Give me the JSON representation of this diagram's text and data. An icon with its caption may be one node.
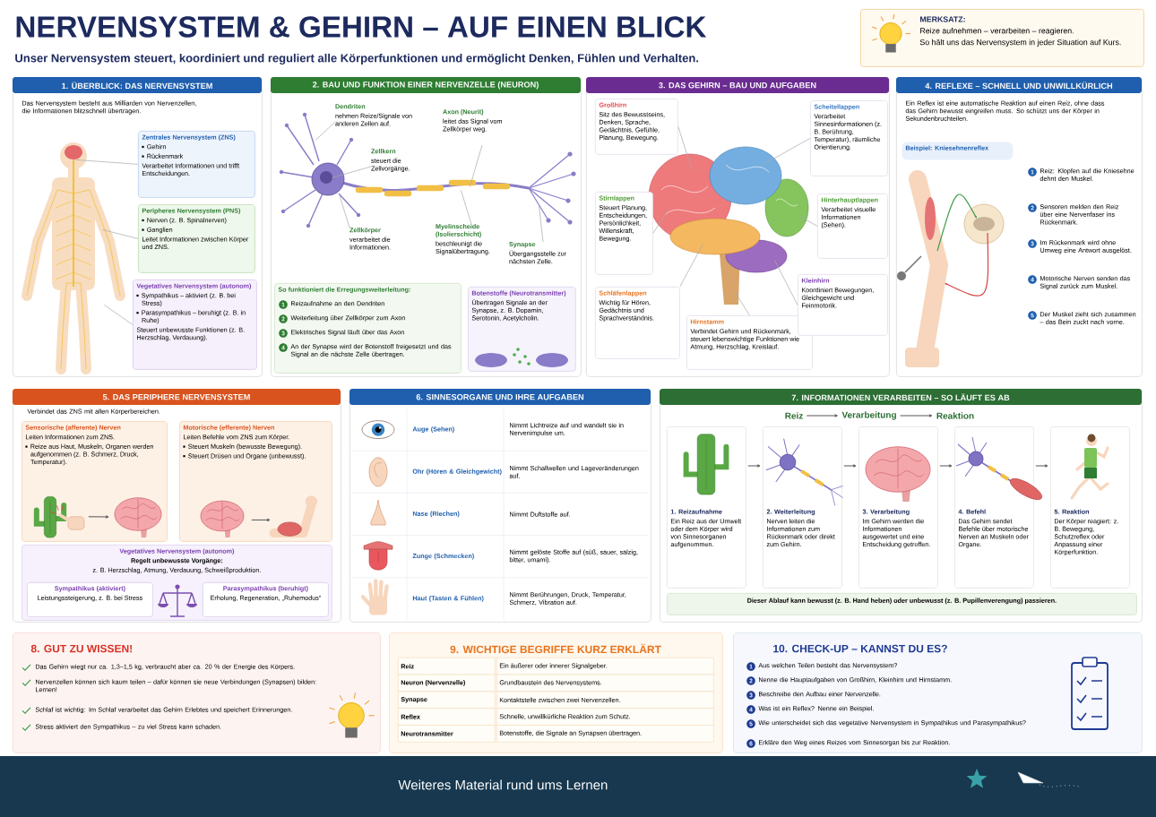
{
  "diagram": {
    "title": "NERVENSYSTEM & GEHIRN – AUF EINEN BLICK",
    "nodes": [
      {
        "text": [
          "MERKSATZ:",
          "Reize aufnehmen – verarbeiten – reagieren.",
          "So hält uns das Nervensystem in jeder Situation auf Kurs."
        ]
      },
      {
        "text": [
          "1. ÜBERBLICK: DAS NERVENSYSTEM",
          "Das Nervensystem besteht aus Milliarden von Nervenzellen, die Informationen blitzschnell übertragen."
        ]
      },
      {
        "text": [],
        "shape": "picture",
        "in": 1
      },
      {
        "text": [
          "Zentrales Nervensystem (ZNS)",
          "Gehirn",
          "Rückenmark",
          "Verarbeitet Informationen und trifft Entscheidungen."
        ],
        "in": 1
      },
      {
        "text": [
          "Peripheres Nervensystem (PNS)",
          "Nerven (z. B. Spinalnerven)",
          "Ganglien",
          "Leitet Informationen zwischen Körper und ZNS."
        ],
        "in": 1
      },
      {
        "text": [
          "Vegetatives Nervensystem (autonom)",
          "Sympathikus – aktiviert (z. B. bei Stress)",
          "Parasympathikus – beruhigt (z. B. in Ruhe)",
          "Steuert unbewusste Funktionen (z. B. Herzschlag, Verdauung)."
        ],
        "in": 1
      },
      {
        "text": [
          "2. BAU UND FUNKTION EINER NERVENZELLE (NEURON)"
        ]
      },
      {
        "text": [],
        "shape": "picture",
        "in": 6
      },
      {
        "text": [
          "Dendriten",
          "nehmen Reize/Signale von anderen Zellen auf."
        ],
        "in": 6
      },
      {
        "text": [
          "Zellkern",
          "steuert die Zellvorgänge."
        ],
        "in": 7
      },
      {
        "text": [
          "Axon (Neurit)",
          "leitet das Signal vom Zellkörper weg."
        ],
        "in": 6
      },
      {
        "text": [
          "Zellkörper",
          "verarbeitet die Informationen."
        ],
        "in": 6
      },
      {
        "text": [
          "Myelinscheide (Isolierschicht)",
          "beschleunigt die Signalübertragung."
        ],
        "in": 6
      },
      {
        "text": [
          "Synapse",
          "Übergangsstelle zur nächsten Zelle."
        ],
        "in": 6
      },
      {
        "text": [
          "So funktioniert die Erregungsweiterleitung:"
        ],
        "in": 6
      },
      {
        "text": [
          "1"
        ],
        "beside": [
          "Reizaufnahme an den Dendriten"
        ],
        "in": 14
      },
      {
        "text": [
          "2"
        ],
        "beside": [
          "Weiterleitung über Zellkörper zum Axon"
        ],
        "in": 14
      },
      {
        "text": [
          "3"
        ],
        "beside": [
          "Elektrisches Signal läuft über das Axon"
        ],
        "in": 14
      },
      {
        "text": [
          "4"
        ],
        "beside": [
          "An der Synapse wird der Botenstoff freigesetzt und das Signal an die nächste Zelle übertragen."
        ],
        "in": 14
      },
      {
        "text": [
          "Botenstoffe (Neurotransmitter)",
          "Übertragen Signale an der Synapse, z. B. Dopamin, Serotonin, Acetylcholin."
        ],
        "in": 6
      },
      {
        "text": [
          "3. DAS GEHIRN – BAU UND AUFGABEN"
        ]
      },
      {
        "text": [],
        "shape": "picture",
        "in": 20
      },
      {
        "text": [
          "Großhirn",
          "Sitz des Bewusstseins, Denken, Sprache, Gedächtnis, Gefühle, Planung, Bewegung."
        ],
        "in": 20
      },
      {
        "text": [
          "Stirnlappen",
          "Steuert Planung, Entscheidungen, Persönlichkeit, Willenskraft, Bewegung."
        ],
        "in": 20
      },
      {
        "text": [
          "Schläfenlappen",
          "Wichtig für Hören, Gedächtnis und Sprachverständnis."
        ],
        "in": 20
      },
      {
        "text": [
          "Hirnstamm",
          "Verbindet Gehirn und Rückenmark, steuert lebenswichtige Funktionen wie Atmung, Herzschlag, Kreislauf."
        ],
        "in": 20
      },
      {
        "text": [
          "Scheitellappen",
          "Verarbeitet Sinnesinformationen (z. B. Berührung, Temperatur), räumliche Orientierung."
        ],
        "in": 20
      },
      {
        "text": [
          "Hinterhauptlappen",
          "Verarbeitet visuelle Informationen (Sehen)."
        ],
        "in": 20
      },
      {
        "text": [
          "Kleinhirn",
          "Koordiniert Bewegungen, Gleichgewicht und Feinmotorik."
        ],
        "in": 20
      },
      {
        "text": [
          "4. REFLEXE – SCHNELL UND UNWILLKÜRLICH",
          "Ein Reflex ist eine automatische Reaktion auf einen Reiz, ohne dass das Gehirn bewusst eingreifen muss. So schützt uns der Körper in Sekundenbruchteilen."
        ]
      },
      {
        "text": [
          "Beispiel: Kniesehnenreflex"
        ],
        "in": 29
      },
      {
        "text": [],
        "shape": "picture",
        "in": 29
      },
      {
        "text": [
          "1"
        ],
        "beside": [
          "Reiz: Klopfen auf die Kniesehne dehnt den Muskel."
        ],
        "in": 29
      },
      {
        "text": [
          "2"
        ],
        "beside": [
          "Sensoren melden den Reiz über eine Nervenfaser ins Rückenmark."
        ],
        "in": 29
      },
      {
        "text": [
          "3"
        ],
        "beside": [
          "Im Rückenmark wird ohne Umweg eine Antwort ausgelöst."
        ],
        "in": 29
      },
      {
        "text": [
          "4"
        ],
        "beside": [
          "Motorische Nerven senden das Signal zurück zum Muskel."
        ],
        "in": 29
      },
      {
        "text": [
          "5"
        ],
        "beside": [
          "Der Muskel zieht sich zusammen – das Bein zuckt nach vorne."
        ],
        "in": 29
      },
      {
        "text": [
          "5. DAS PERIPHERE NERVENSYSTEM",
          "Verbindet das ZNS mit allen Körperbereichen."
        ]
      },
      {
        "text": [
          "Sensorische (afferente) Nerven",
          "Leiten Informationen zum ZNS.",
          "Reize aus Haut, Muskeln, Organen werden aufgenommen (z. B. Schmerz, Druck, Temperatur)."
        ],
        "in": 37
      },
      {
        "text": [],
        "shape": "picture",
        "in": 38
      },
      {
        "text": [],
        "shape": "picture",
        "in": 38
      },
      {
        "text": [
          "Motorische (efferente) Nerven",
          "Leiten Befehle vom ZNS zum Körper.",
          "Steuert Muskeln (bewusste Bewegung).",
          "Steuert Drüsen und Organe (unbewusst)."
        ],
        "in": 37
      },
      {
        "text": [],
        "shape": "picture",
        "in": 41
      },
      {
        "text": [],
        "shape": "picture",
        "in": 41
      },
      {
        "text": [
          "Vegetatives Nervensystem (autonom)",
          "Regelt unbewusste Vorgänge:",
          "z. B. Herzschlag, Atmung, Verdauung, Schweißproduktion."
        ],
        "in": 37
      },
      {
        "text": [
          "Sympathikus (aktiviert)",
          "Leistungssteigerung, z. B. bei Stress"
        ],
        "in": 44
      },
      {
        "text": [
          "Parasympathikus (beruhigt)",
          "Erholung, Regeneration, „Ruhemodus“"
        ],
        "in": 44
      },
      {
        "text": [
          "6. SINNESORGANE UND IHRE AUFGABEN"
        ]
      },
      {
        "text": [
          "7. INFORMATIONEN VERARBEITEN – SO LÄUFT ES AB"
        ]
      },
      {
        "text": [
          "Reiz"
        ],
        "in": 48
      },
      {
        "text": [
          "Verarbeitung"
        ],
        "in": 48
      },
      {
        "text": [
          "Reaktion"
        ],
        "in": 48
      },
      {
        "text": [
          "1. Reizaufnahme",
          "Ein Reiz aus der Umwelt oder dem Körper wird von Sinnesorganen aufgenommen."
        ],
        "in": 48
      },
      {
        "text": [
          "2. Weiterleitung",
          "Nerven leiten die Informationen zum Rückenmark oder direkt zum Gehirn."
        ],
        "in": 48
      },
      {
        "text": [
          "3. Verarbeitung",
          "Im Gehirn werden die Informationen ausgewertet und eine Entscheidung getroffen."
        ],
        "in": 48
      },
      {
        "text": [
          "4. Befehl",
          "Das Gehirn sendet Befehle über motorische Nerven an Muskeln oder Organe."
        ],
        "in": 48
      },
      {
        "text": [
          "5. Reaktion",
          "Der Körper reagiert: z. B. Bewegung, Schutzreflex oder Anpassung einer Körperfunktion."
        ],
        "in": 48
      },
      {
        "text": [
          "Dieser Ablauf kann bewusst (z. B. Hand heben) oder unbewusst (z. B. Pupillenverengung) passieren."
        ],
        "in": 48
      },
      {
        "text": [
          "8. GUT ZU WISSEN!"
        ]
      },
      {
        "text": [
          "9. WICHTIGE BEGRIFFE KURZ ERKLÄRT"
        ]
      },
      {
        "text": [
          "10. CHECK-UP – KANNST DU ES?"
        ]
      },
      {
        "text": [
          "1"
        ],
        "beside": [
          "Aus welchen Teilen besteht das Nervensystem?"
        ],
        "in": 60
      },
      {
        "text": [
          "2"
        ],
        "beside": [
          "Nenne die Hauptaufgaben von Großhirn, Kleinhirn und Hirnstamm."
        ],
        "in": 60
      },
      {
        "text": [
          "3"
        ],
        "beside": [
          "Beschreibe den Aufbau einer Nervenzelle."
        ],
        "in": 60
      },
      {
        "text": [
          "4"
        ],
        "beside": [
          "Was ist ein Reflex? Nenne ein Beispiel."
        ],
        "in": 60
      },
      {
        "text": [
          "5"
        ],
        "beside": [
          "Wie unterscheidet sich das vegetative Nervensystem in Sympathikus und Parasympathikus?"
        ],
        "in": 60
      },
      {
        "text": [
          "6"
        ],
        "beside": [
          "Erkläre den Weg eines Reizes vom Sinnesorgan bis zur Reaktion."
        ],
        "in": 60
      }
    ],
    "edges": [
      {
        "from": 3,
        "to": 2,
        "arrow": "none"
      },
      {
        "from": 4,
        "to": 2,
        "arrow": "none"
      },
      {
        "from": 5,
        "to": 2,
        "arrow": "none"
      },
      {
        "from": 8,
        "to": 7,
        "arrow": "none"
      },
      {
        "from": 9,
        "to": 7,
        "arrow": "none"
      },
      {
        "from": 10,
        "to": 7,
        "arrow": "none"
      },
      {
        "from": 11,
        "to": 7,
        "arrow": "none"
      },
      {
        "from": 12,
        "to": 7,
        "arrow": "none"
      },
      {
        "from": 13,
        "to": 7,
        "arrow": "none"
      },
      {
        "from": 22,
        "to": 21,
        "arrow": "none"
      },
      {
        "from": 23,
        "to": 21,
        "arrow": "none"
      },
      {
        "from": 24,
        "to": 21,
        "arrow": "none"
      },
      {
        "from": 25,
        "to": 21,
        "arrow": "none"
      },
      {
        "from": 26,
        "to": 21,
        "arrow": "none"
      },
      {
        "from": 27,
        "to": 21,
        "arrow": "none"
      },
      {
        "from": 28,
        "to": 21,
        "arrow": "none"
      },
      {
        "from": 49,
        "to": 50,
        "arrow": "to"
      },
      {
        "from": 50,
        "to": 51,
        "arrow": "to"
      },
      {
        "from": 39,
        "to": 40,
        "arrow": "to"
      },
      {
        "from": 42,
        "to": 43,
        "arrow": "to"
      },
      {
        "from": 52,
        "to": 53,
        "arrow": "to"
      },
      {
        "from": 53,
        "to": 54,
        "arrow": "to"
      },
      {
        "from": 54,
        "to": 55,
        "arrow": "to"
      },
      {
        "from": 55,
        "to": 56,
        "arrow": "to"
      }
    ],
    "labels": [
      "Unser Nervensystem steuert, koordiniert und reguliert alle Körperfunktionen und ermöglicht Denken, Fühlen und Verhalten.",
      "Auge (Sehen)",
      "Nimmt Lichtreize auf und wandelt sie in Nervenimpulse um.",
      "Ohr (Hören & Gleichgewicht)",
      "Nimmt Schallwellen und Lageveränderungen auf.",
      "Nase (Riechen)",
      "Nimmt Duftstoffe auf.",
      "Zunge (Schmecken)",
      "Nimmt gelöste Stoffe auf (süß, sauer, salzig, bitter, umami).",
      "Haut (Tasten & Fühlen)",
      "Nimmt Berührungen, Druck, Temperatur, Schmerz, Vibration auf.",
      "Das Gehirn wiegt nur ca. 1,3–1,5 kg, verbraucht aber ca. 20 % der Energie des Körpers.",
      "Nervenzellen können sich kaum teilen – dafür können sie neue Verbindungen (Synapsen) bilden: Lernen!",
      "Schlaf ist wichtig: Im Schlaf verarbeitet das Gehirn Erlebtes und speichert Erinnerungen.",
      "Stress aktiviert den Sympathikus – zu viel Stress kann schaden.",
      "Reiz",
      "Ein äußerer oder innerer Signalgeber.",
      "Neuron (Nervenzelle)",
      "Grundbaustein des Nervensystems.",
      "Synapse",
      "Kontaktstelle zwischen zwei Nervenzellen.",
      "Reflex",
      "Schnelle, unwillkürliche Reaktion zum Schutz.",
      "Neurotransmitter",
      "Botenstoffe, die Signale an Synapsen übertragen.",
      "Weiteres Material rund ums Lernen"
    ]
  }
}
